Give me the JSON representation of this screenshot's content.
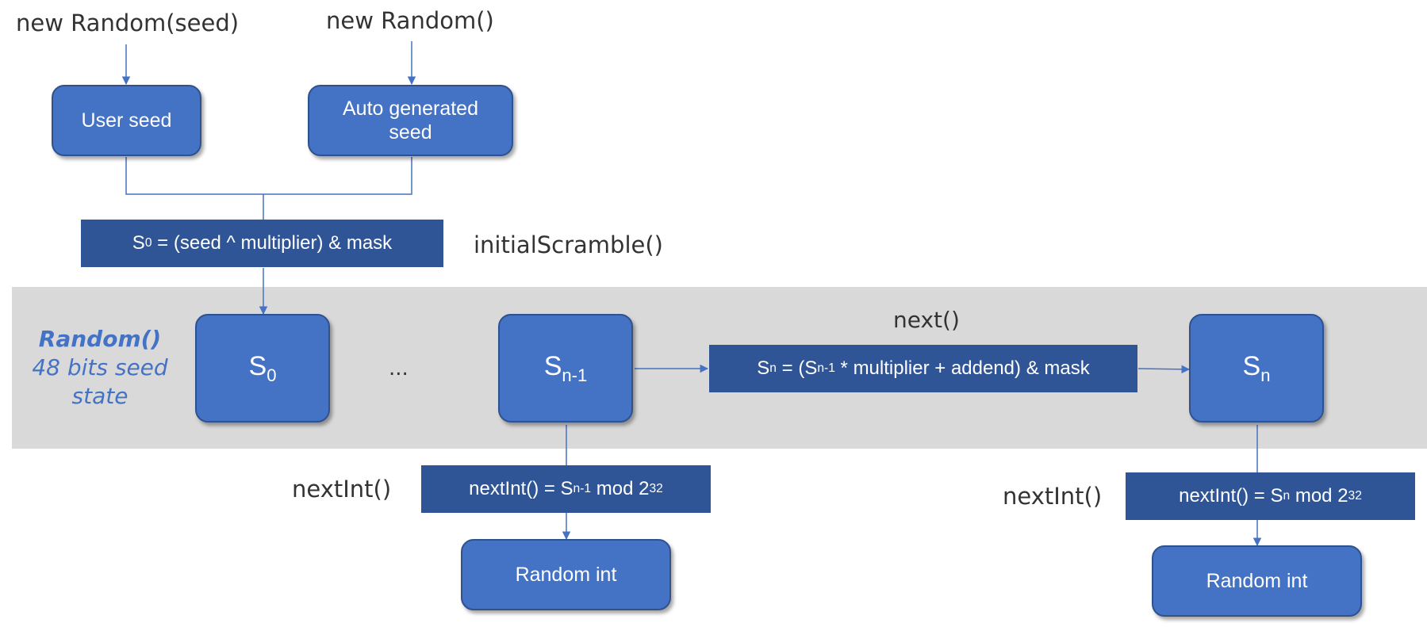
{
  "top_labels": {
    "new_random_seed": "new Random(seed)",
    "new_random": "new Random()"
  },
  "seed_boxes": {
    "user_seed": "User seed",
    "auto_seed_line1": "Auto generated",
    "auto_seed_line2": "seed"
  },
  "scramble": {
    "formula_s": "S",
    "formula_sub": "0",
    "formula_rest": " = (seed ^ multiplier) & mask",
    "method_label": "initialScramble()"
  },
  "state_band": {
    "title": "Random()",
    "subtitle_line1": "48 bits seed",
    "subtitle_line2": "state",
    "ellipsis": "..."
  },
  "states": {
    "s0": {
      "base": "S",
      "sub": "0"
    },
    "sn1": {
      "base": "S",
      "sub": "n-1"
    },
    "sn": {
      "base": "S",
      "sub": "n"
    }
  },
  "next_step": {
    "method_label": "next()",
    "formula_s": "S",
    "formula_sub": "n",
    "formula_mid": " = (S",
    "formula_sub2": "n-1",
    "formula_rest": " * multiplier + addend) & mask"
  },
  "next_int_left": {
    "method_label": "nextInt()",
    "formula_prefix": "nextInt() = S",
    "formula_sub": "n-1",
    "formula_mod": " mod 2",
    "formula_sup": "32",
    "result": "Random int"
  },
  "next_int_right": {
    "method_label": "nextInt()",
    "formula_prefix": "nextInt() = S",
    "formula_sub": "n",
    "formula_mod": " mod 2",
    "formula_sup": "32",
    "result": "Random int"
  },
  "colors": {
    "box_fill": "#4472c4",
    "box_border": "#2f528f",
    "formula_fill": "#2f5597",
    "band_fill": "#d9d9d9",
    "connector": "#4472c4",
    "italic_label": "#4472c4"
  }
}
